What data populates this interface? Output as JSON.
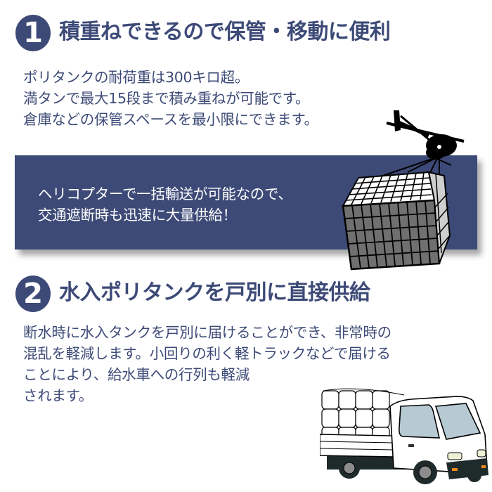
{
  "section1": {
    "number": "1",
    "heading": "積重ねできるので保管・移動に便利",
    "body_lines": [
      "ポリタンクの耐荷重は300キロ超。",
      "満タンで最大15段まで積み重ねが可能です。",
      "倉庫などの保管スペースを最小限にできます。"
    ],
    "banner_lines": [
      "ヘリコプターで一括輸送が可能なので、",
      "交通遮断時も迅速に大量供給！"
    ],
    "illustration": "helicopter-carrying-tank-bundle-icon"
  },
  "section2": {
    "number": "2",
    "heading": "水入ポリタンクを戸別に直接供給",
    "body_lines": [
      "断水時に水入タンクを戸別に届けることができ、非常時の",
      "混乱を軽減します。小回りの利く軽トラックなどで届ける",
      "ことにより、給水車への行列も軽減",
      "されます。"
    ],
    "illustration": "kei-truck-loaded-with-tanks-icon"
  },
  "colors": {
    "accent_navy": "#3d4a77",
    "background": "#ffffff",
    "banner_text": "#ffffff",
    "truck_window": "#b7c9d3",
    "truck_bumper": "#1f2a2a",
    "tank_gray": "#7a7a7a"
  }
}
